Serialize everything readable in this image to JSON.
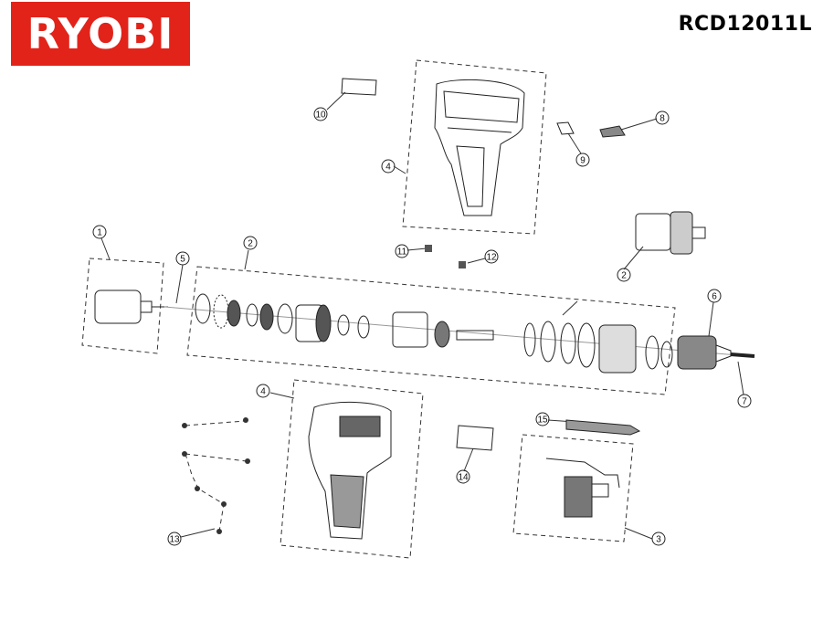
{
  "brand": {
    "logo_text": "RYOBI",
    "logo_color": "#e2231a"
  },
  "model": "RCD12011L",
  "callouts": [
    {
      "id": "c1",
      "label": "1"
    },
    {
      "id": "c2a",
      "label": "2"
    },
    {
      "id": "c2b",
      "label": "2"
    },
    {
      "id": "c3",
      "label": "3"
    },
    {
      "id": "c4a",
      "label": "4"
    },
    {
      "id": "c4b",
      "label": "4"
    },
    {
      "id": "c5",
      "label": "5"
    },
    {
      "id": "c6",
      "label": "6"
    },
    {
      "id": "c7",
      "label": "7"
    },
    {
      "id": "c8",
      "label": "8"
    },
    {
      "id": "c9",
      "label": "9"
    },
    {
      "id": "c10",
      "label": "10"
    },
    {
      "id": "c11",
      "label": "11"
    },
    {
      "id": "c12",
      "label": "12"
    },
    {
      "id": "c13",
      "label": "13"
    },
    {
      "id": "c14",
      "label": "14"
    },
    {
      "id": "c15",
      "label": "15"
    }
  ]
}
